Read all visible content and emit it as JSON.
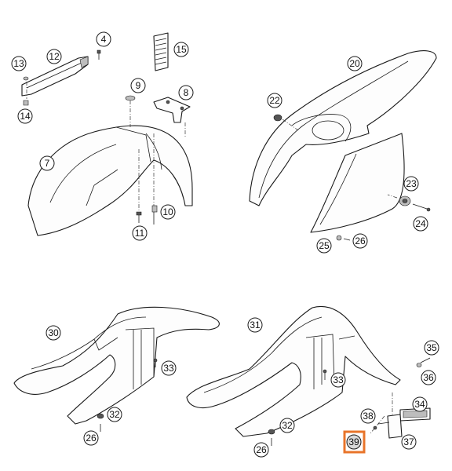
{
  "highlight_color": "#e8742a",
  "callouts": {
    "c4": "4",
    "c12": "12",
    "c13": "13",
    "c14": "14",
    "c15": "15",
    "c9": "9",
    "c8": "8",
    "c7": "7",
    "c10": "10",
    "c11": "11",
    "c20": "20",
    "c22": "22",
    "c23": "23",
    "c24": "24",
    "c25": "25",
    "c26a": "26",
    "c30": "30",
    "c33a": "33",
    "c32a": "32",
    "c26b": "26",
    "c31": "31",
    "c33b": "33",
    "c35": "35",
    "c36": "36",
    "c34": "34",
    "c38": "38",
    "c32b": "32",
    "c26c": "26",
    "c37": "37",
    "c39": "39"
  },
  "selected_callout": "39"
}
